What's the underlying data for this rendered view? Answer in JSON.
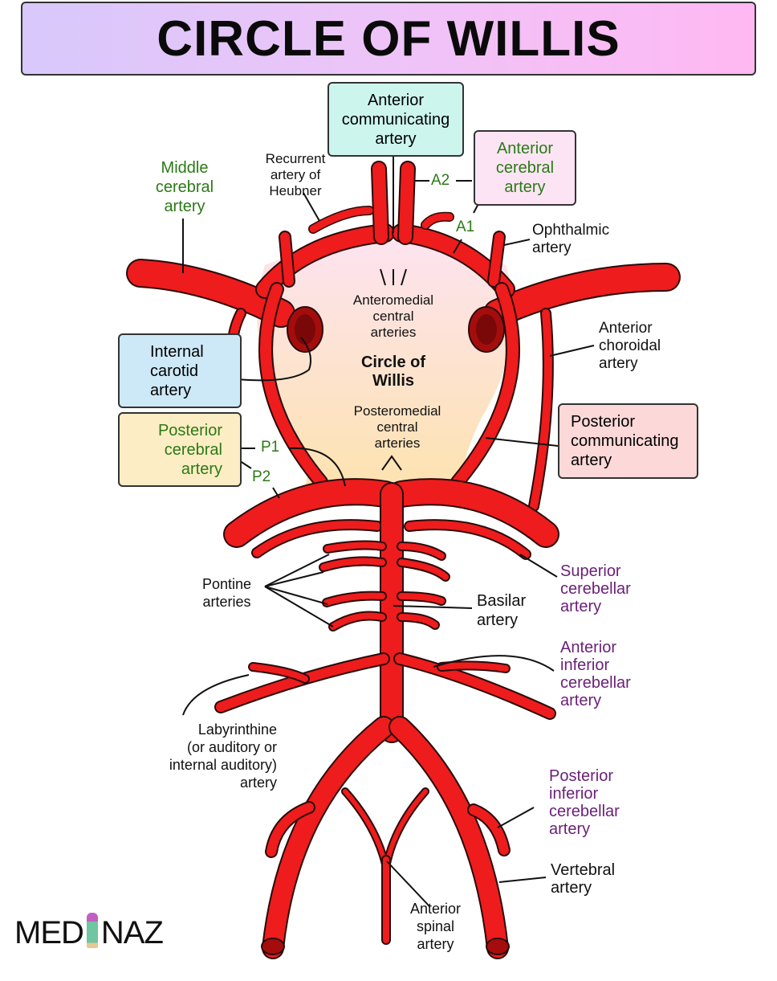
{
  "title": "CIRCLE OF WILLIS",
  "center_label": {
    "line1": "Circle of",
    "line2": "Willis"
  },
  "boxes": {
    "anterior_communicating": {
      "lines": [
        "Anterior",
        "communicating",
        "artery"
      ],
      "bg": "#ccf5ee"
    },
    "anterior_cerebral": {
      "lines": [
        "Anterior",
        "cerebral",
        "artery"
      ],
      "bg": "#fde4f4"
    },
    "internal_carotid": {
      "lines": [
        "Internal",
        "carotid",
        "artery"
      ],
      "bg": "#cde9f8"
    },
    "posterior_cerebral": {
      "lines": [
        "Posterior",
        "cerebral",
        "artery"
      ],
      "bg": "#fdedc4"
    },
    "posterior_communicating": {
      "lines": [
        "Posterior",
        "communicating",
        "artery"
      ],
      "bg": "#fcd8d8"
    }
  },
  "labels": {
    "middle_cerebral": [
      "Middle",
      "cerebral",
      "artery"
    ],
    "recurrent_heubner": [
      "Recurrent",
      "artery of",
      "Heubner"
    ],
    "a2": "A2",
    "a1": "A1",
    "p1": "P1",
    "p2": "P2",
    "ophthalmic": [
      "Ophthalmic",
      "artery"
    ],
    "anteromedial": [
      "Anteromedial",
      "central",
      "arteries"
    ],
    "anterior_choroidal": [
      "Anterior",
      "choroidal",
      "artery"
    ],
    "posteromedial": [
      "Posteromedial",
      "central",
      "arteries"
    ],
    "pontine": [
      "Pontine",
      "arteries"
    ],
    "basilar": [
      "Basilar",
      "artery"
    ],
    "superior_cerebellar": [
      "Superior",
      "cerebellar",
      "artery"
    ],
    "aica": [
      "Anterior",
      "inferior",
      "cerebellar",
      "artery"
    ],
    "labyrinthine": [
      "Labyrinthine",
      "(or auditory or",
      "internal auditory)",
      "artery"
    ],
    "pica": [
      "Posterior",
      "inferior",
      "cerebellar",
      "artery"
    ],
    "vertebral": [
      "Vertebral",
      "artery"
    ],
    "anterior_spinal": [
      "Anterior",
      "spinal",
      "artery"
    ]
  },
  "logo": {
    "left": "MED",
    "right": "NAZ"
  },
  "colors": {
    "artery": "#ee1c1c",
    "artery_dark": "#a50d0d",
    "green_text": "#2a7a16",
    "purple_text": "#6a1f78"
  }
}
